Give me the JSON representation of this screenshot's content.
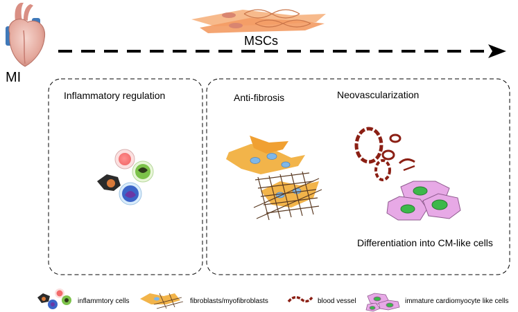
{
  "top": {
    "start_label": "MI",
    "therapy_label": "MSCs"
  },
  "panels": {
    "left_title": "Inflammatory  regulation",
    "antifibrosis_title": "Anti-fibrosis",
    "neovascular_title": "Neovascularization",
    "differentiation_title": "Differentiation into CM-like cells"
  },
  "legend": [
    {
      "id": "inflammatory",
      "label": "inflammtory cells"
    },
    {
      "id": "fibroblast",
      "label": "fibroblasts/myofibroblasts"
    },
    {
      "id": "vessel",
      "label": "blood vessel"
    },
    {
      "id": "cardiomyocyte",
      "label": "immature cardiomyocyte like cells"
    }
  ],
  "colors": {
    "heart": "#e9b4aa",
    "heart_vessels": "#3f79b9",
    "fibroblast": "#f2b44a",
    "vessel": "#8b1f14",
    "cardiomyocyte": "#e7a9e6",
    "nucleus_green": "#3cb84a"
  }
}
